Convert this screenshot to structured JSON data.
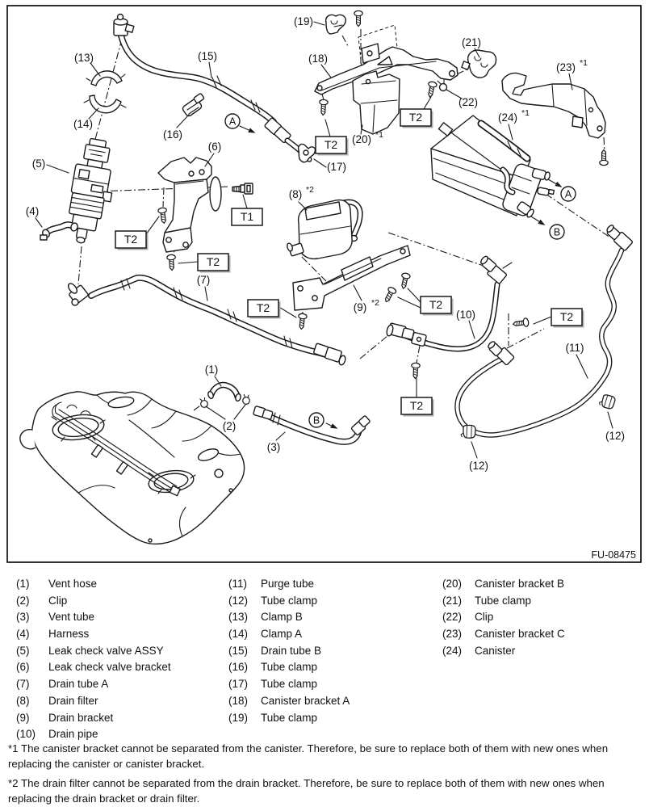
{
  "figure": {
    "code": "FU-08475"
  },
  "torque": {
    "t1": "T1",
    "t2": "T2"
  },
  "refs": {
    "a": "A",
    "b": "B"
  },
  "callouts": {
    "c1": "(1)",
    "c2": "(2)",
    "c3": "(3)",
    "c4": "(4)",
    "c5": "(5)",
    "c6": "(6)",
    "c7": "(7)",
    "c8": "(8)",
    "c9": "(9)",
    "c10": "(10)",
    "c11": "(11)",
    "c12": "(12)",
    "c13": "(13)",
    "c14": "(14)",
    "c15": "(15)",
    "c16": "(16)",
    "c17": "(17)",
    "c18": "(18)",
    "c19": "(19)",
    "c20": "(20)",
    "c21": "(21)",
    "c22": "(22)",
    "c23": "(23)",
    "c24": "(24)",
    "sup_star1": "*1",
    "sup_star2": "*2"
  },
  "legend": {
    "items": [
      {
        "num": "(1)",
        "label": "Vent hose"
      },
      {
        "num": "(2)",
        "label": "Clip"
      },
      {
        "num": "(3)",
        "label": "Vent tube"
      },
      {
        "num": "(4)",
        "label": "Harness"
      },
      {
        "num": "(5)",
        "label": "Leak check valve ASSY"
      },
      {
        "num": "(6)",
        "label": "Leak check valve bracket"
      },
      {
        "num": "(7)",
        "label": "Drain tube A"
      },
      {
        "num": "(8)",
        "label": "Drain filter"
      },
      {
        "num": "(9)",
        "label": "Drain bracket"
      },
      {
        "num": "(10)",
        "label": "Drain pipe"
      },
      {
        "num": "(11)",
        "label": "Purge tube"
      },
      {
        "num": "(12)",
        "label": "Tube clamp"
      },
      {
        "num": "(13)",
        "label": "Clamp B"
      },
      {
        "num": "(14)",
        "label": "Clamp A"
      },
      {
        "num": "(15)",
        "label": "Drain tube B"
      },
      {
        "num": "(16)",
        "label": "Tube clamp"
      },
      {
        "num": "(17)",
        "label": "Tube clamp"
      },
      {
        "num": "(18)",
        "label": "Canister bracket A"
      },
      {
        "num": "(19)",
        "label": "Tube clamp"
      },
      {
        "num": "(20)",
        "label": "Canister bracket B"
      },
      {
        "num": "(21)",
        "label": "Tube clamp"
      },
      {
        "num": "(22)",
        "label": "Clip"
      },
      {
        "num": "(23)",
        "label": "Canister bracket C"
      },
      {
        "num": "(24)",
        "label": "Canister"
      }
    ]
  },
  "footnotes": {
    "note1": "*1 The canister bracket cannot be separated from the canister. Therefore, be sure to replace both of them with new ones when replacing the canister or canister bracket.",
    "note2": "*2 The drain filter cannot be separated from the drain bracket. Therefore, be sure to replace both of them with new ones when replacing the drain bracket or drain filter."
  }
}
